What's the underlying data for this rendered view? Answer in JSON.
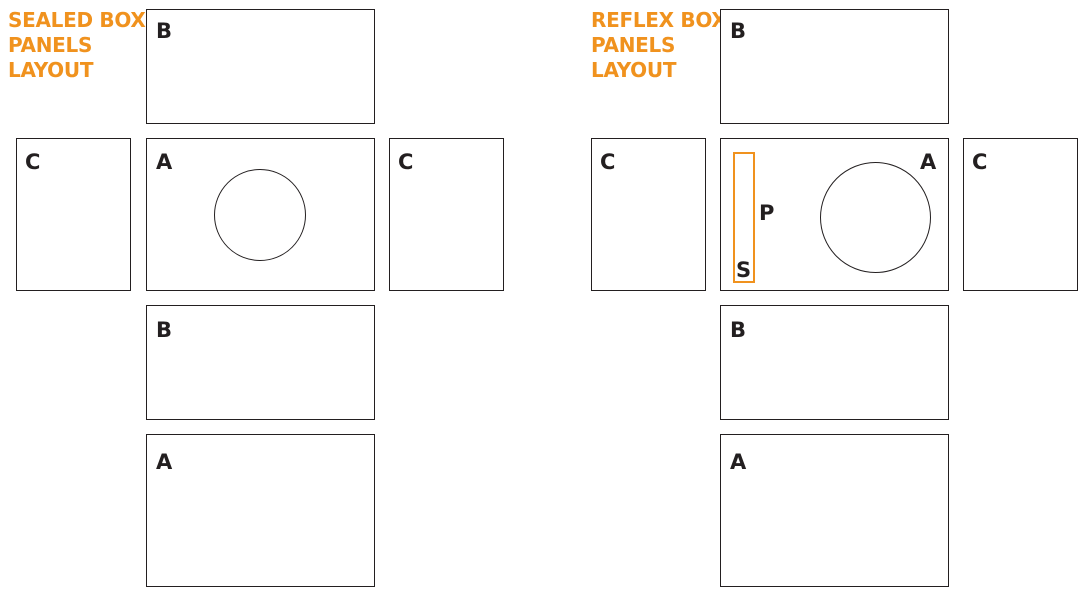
{
  "accent_color": "#f0921e",
  "line_color": "#231f20",
  "sealed": {
    "title_lines": [
      "SEALED BOX",
      "PANELS",
      "LAYOUT"
    ],
    "panels": {
      "top_b": "B",
      "left_c": "C",
      "front_a": "A",
      "right_c": "C",
      "bottom_b": "B",
      "back_a": "A"
    }
  },
  "reflex": {
    "title_lines": [
      "REFLEX BOX",
      "PANELS",
      "LAYOUT"
    ],
    "panels": {
      "top_b": "B",
      "left_c": "C",
      "front_a": "A",
      "right_c": "C",
      "bottom_b": "B",
      "back_a": "A"
    },
    "port_labels": {
      "port": "P",
      "shelf": "S"
    }
  }
}
